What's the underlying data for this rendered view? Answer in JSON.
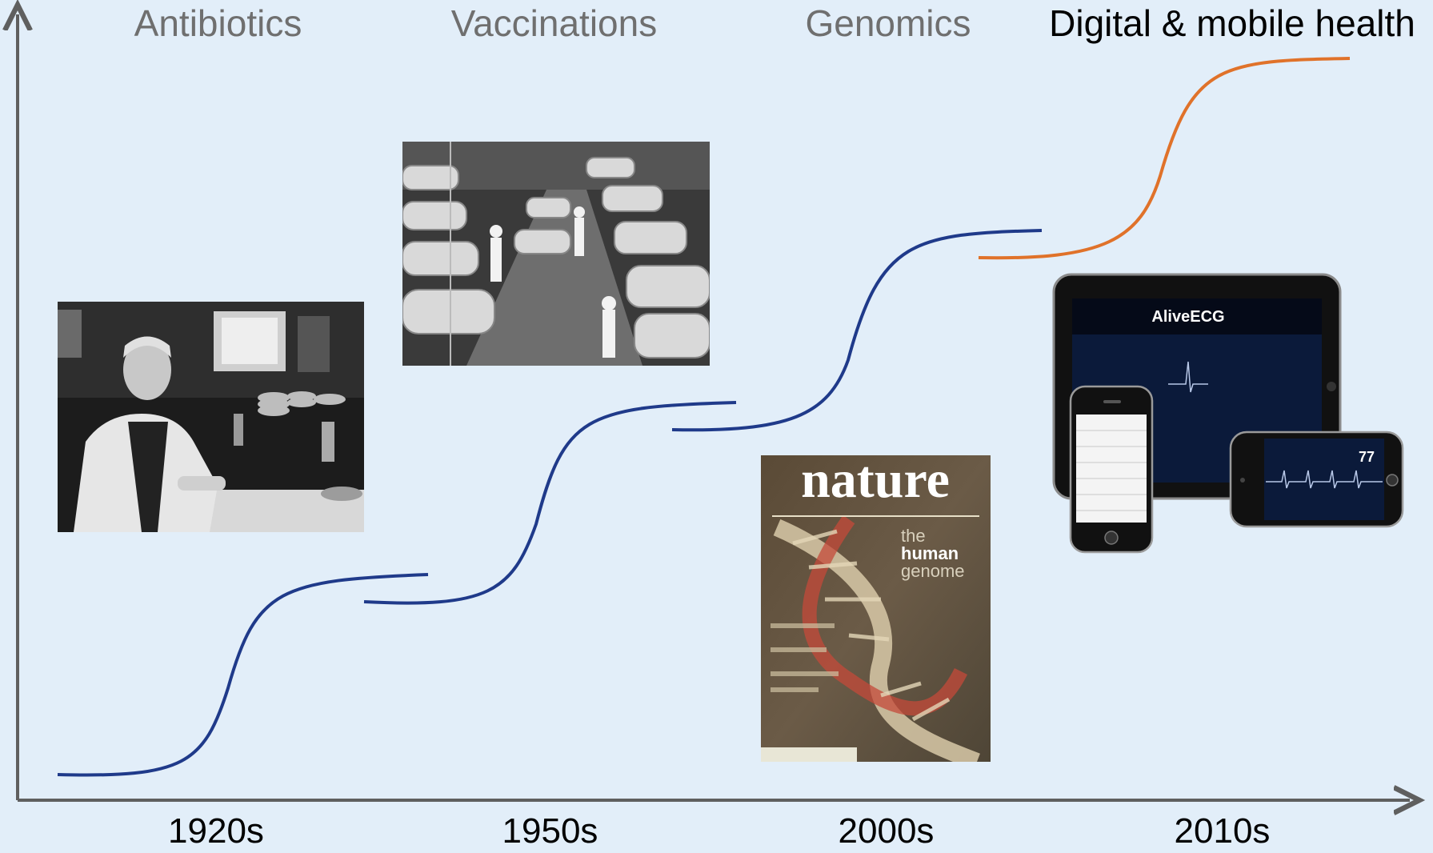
{
  "eras": [
    {
      "label": "Antibiotics",
      "decade": "1920s"
    },
    {
      "label": "Vaccinations",
      "decade": "1950s"
    },
    {
      "label": "Genomics",
      "decade": "2000s"
    },
    {
      "label": "Digital & mobile health",
      "decade": "2010s"
    }
  ],
  "images": {
    "scientist_photo": "photo-scientist-laboratory",
    "iron_lung_photo": "photo-iron-lung-ward",
    "journal_cover": {
      "masthead": "nature",
      "cover_line_1": "the",
      "cover_line_2": "human",
      "cover_line_3": "genome"
    },
    "devices": {
      "app_name": "AliveECG",
      "heart_rate": "77"
    }
  },
  "colors": {
    "background": "#e2eef9",
    "axis": "#5f5f5f",
    "past_curves": "#1f3a8a",
    "current_curve": "#e0722a",
    "past_label": "#6f6f6f",
    "current_label": "#000000"
  }
}
